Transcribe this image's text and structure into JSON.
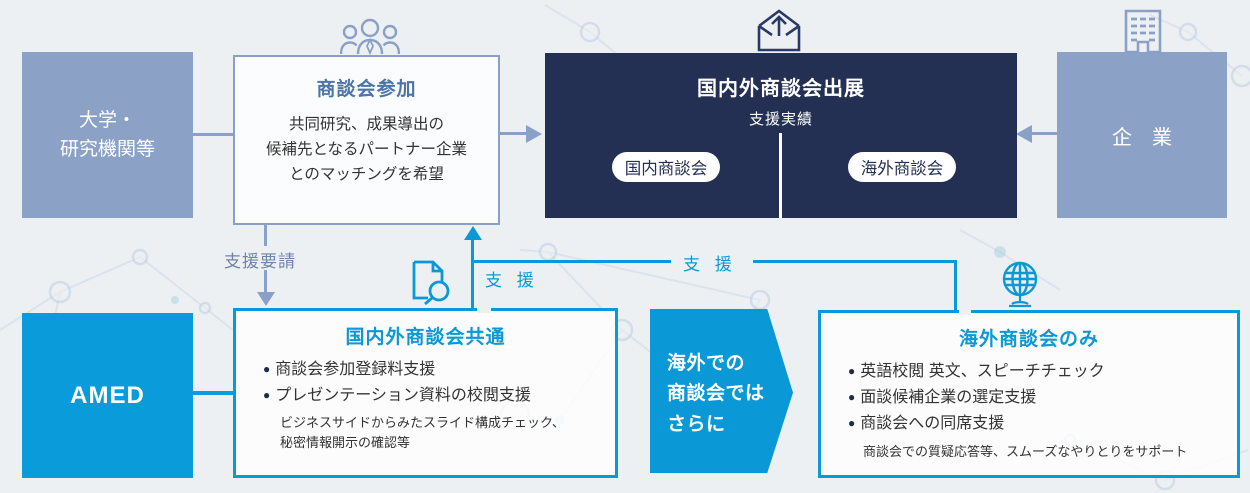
{
  "diagram_title": "AMED business-matching support flow",
  "colors": {
    "background": "#edf0f3",
    "accent_blue": "#0a99d6",
    "navy": "#242f54",
    "steel_blue": "#8ba2c6",
    "steel_border": "#8aa0c6",
    "text": "#333333",
    "white": "#ffffff"
  },
  "ui": {
    "bullet": "●"
  },
  "university": {
    "line1": "大学・",
    "line2": "研究機関等"
  },
  "participation": {
    "title": "商談会参加",
    "line1": "共同研究、成果導出の",
    "line2": "候補先となるパートナー企業",
    "line3": "とのマッチングを希望"
  },
  "exhibition": {
    "title": "国内外商談会出展",
    "subtitle": "支援実績",
    "pill_domestic": "国内商談会",
    "pill_overseas": "海外商談会"
  },
  "company": {
    "label": "企　業"
  },
  "amed": {
    "label": "AMED"
  },
  "labels": {
    "request": "支援要請",
    "support_up": "支 援",
    "support_right": "支 援"
  },
  "common": {
    "title": "国内外商談会共通",
    "bullets": [
      "商談会参加登録料支援",
      "プレゼンテーション資料の校閲支援"
    ],
    "note1": "ビジネスサイドからみたスライド構成チェック、",
    "note2": "秘密情報開示の確認等"
  },
  "chevron": {
    "line1": "海外での",
    "line2": "商談会では",
    "line3": "さらに"
  },
  "overseas": {
    "title": "海外商談会のみ",
    "bullets": [
      "英語校閲 英文、スピーチチェック",
      "面談候補企業の選定支援",
      "商談会への同席支援"
    ],
    "note": "商談会での質疑応答等、スムーズなやりとりをサポート"
  }
}
